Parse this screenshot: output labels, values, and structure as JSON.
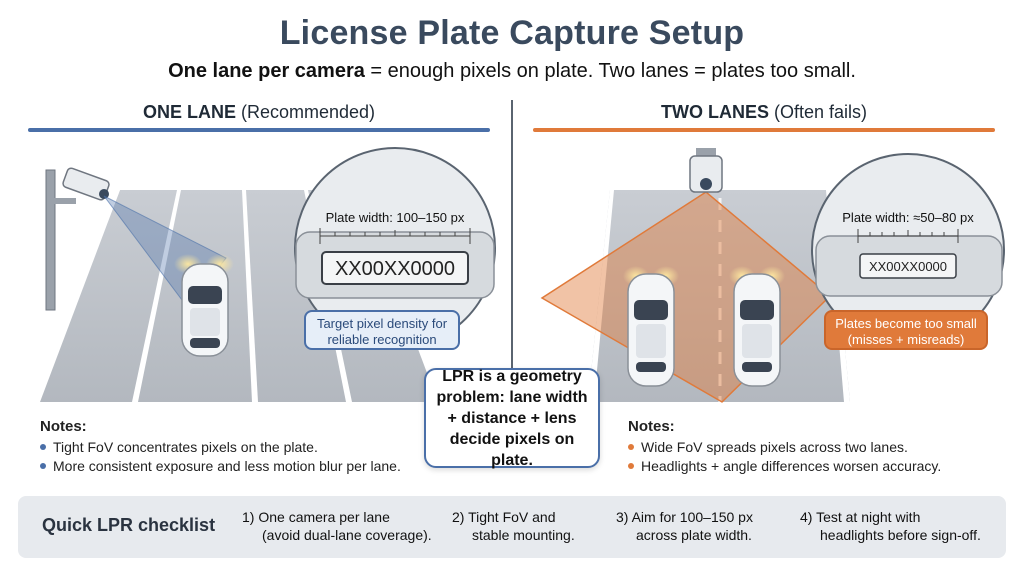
{
  "header": {
    "title": "License Plate Capture Setup",
    "subtitle_bold": "One lane per camera",
    "subtitle_rest": " = enough pixels on plate. Two lanes = plates too small."
  },
  "left": {
    "heading_bold": "ONE LANE",
    "heading_rest": " (Recommended)",
    "accent": "#4a6fa8",
    "plate_width_label": "Plate width: 100–150 px",
    "plate_text": "XX00XX0000",
    "callout": [
      "Target pixel density for",
      "reliable recognition"
    ],
    "notes_title": "Notes:",
    "notes": [
      "Tight FoV concentrates pixels on the plate.",
      "More consistent exposure and less motion blur per lane."
    ]
  },
  "right": {
    "heading_bold": "TWO LANES",
    "heading_rest": " (Often fails)",
    "accent": "#e07a3a",
    "plate_width_label": "Plate width: ≈50–80 px",
    "plate_text": "XX00XX0000",
    "callout": [
      "Plates become too small",
      "(misses + misreads)"
    ],
    "notes_title": "Notes:",
    "notes": [
      "Wide FoV spreads pixels across two lanes.",
      "Headlights + angle differences worsen accuracy."
    ]
  },
  "center": {
    "text": "LPR is a geometry problem: lane width + distance + lens decide pixels on plate."
  },
  "checklist": {
    "title": "Quick LPR checklist",
    "items": [
      {
        "line1": "1) One camera per lane",
        "line2": "(avoid dual-lane coverage)."
      },
      {
        "line1": "2) Tight FoV and",
        "line2": "stable mounting."
      },
      {
        "line1": "3) Aim for 100–150 px",
        "line2": "across plate width."
      },
      {
        "line1": "4) Test at night with",
        "line2": "headlights before sign-off."
      }
    ]
  }
}
